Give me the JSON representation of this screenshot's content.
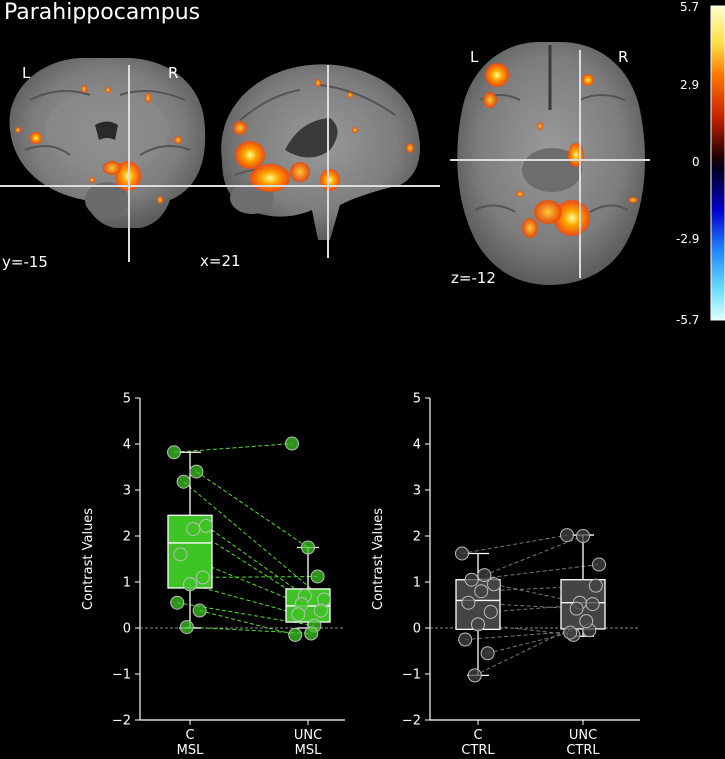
{
  "figure": {
    "title": "Parahippocampus",
    "colorbar": {
      "ticks": [
        "5.7",
        "2.9",
        "0",
        "-2.9",
        "-5.7"
      ]
    },
    "slices": [
      {
        "label": "y=-15",
        "left": "L",
        "right": "R"
      },
      {
        "label": "x=21"
      },
      {
        "label": "z=-12",
        "left": "L",
        "right": "R"
      }
    ]
  },
  "chart_data": [
    {
      "type": "box",
      "ylabel": "Contrast Values",
      "ylim": [
        -2,
        5
      ],
      "yticks": [
        "−2",
        "−1",
        "0",
        "1",
        "2",
        "3",
        "4",
        "5"
      ],
      "categories": [
        "C\nMSL",
        "UNC\nMSL"
      ],
      "category_lines": [
        [
          "C",
          "MSL"
        ],
        [
          "UNC",
          "MSL"
        ]
      ],
      "color": "#3ec424",
      "line_color": "#55dd33",
      "box_stats": [
        {
          "whisker_low": 0.0,
          "q1": 0.87,
          "median": 1.85,
          "q3": 2.45,
          "whisker_high": 3.82
        },
        {
          "whisker_low": 0.0,
          "q1": 0.13,
          "median": 0.48,
          "q3": 0.85,
          "whisker_high": 1.75
        }
      ],
      "pairs": [
        [
          3.82,
          4.01
        ],
        [
          3.4,
          1.75
        ],
        [
          3.18,
          0.62
        ],
        [
          2.22,
          0.7
        ],
        [
          2.15,
          0.38
        ],
        [
          1.6,
          0.52
        ],
        [
          1.1,
          1.12
        ],
        [
          0.95,
          0.3
        ],
        [
          0.55,
          0.05
        ],
        [
          0.38,
          -0.15
        ],
        [
          0.02,
          -0.12
        ]
      ]
    },
    {
      "type": "box",
      "ylabel": "Contrast Values",
      "ylim": [
        -2,
        5
      ],
      "yticks": [
        "−2",
        "−1",
        "0",
        "1",
        "2",
        "3",
        "4",
        "5"
      ],
      "categories": [
        "C\nCTRL",
        "UNC\nCTRL"
      ],
      "category_lines": [
        [
          "C",
          "CTRL"
        ],
        [
          "UNC",
          "CTRL"
        ]
      ],
      "color": "#444444",
      "line_color": "#777777",
      "box_stats": [
        {
          "whisker_low": -1.03,
          "q1": -0.03,
          "median": 0.6,
          "q3": 1.05,
          "whisker_high": 1.62
        },
        {
          "whisker_low": -0.18,
          "q1": -0.02,
          "median": 0.55,
          "q3": 1.05,
          "whisker_high": 2.02
        }
      ],
      "pairs": [
        [
          1.62,
          2.02
        ],
        [
          1.15,
          2.0
        ],
        [
          1.05,
          1.38
        ],
        [
          0.95,
          0.55
        ],
        [
          0.8,
          0.92
        ],
        [
          0.55,
          0.42
        ],
        [
          0.35,
          0.52
        ],
        [
          0.08,
          -0.15
        ],
        [
          -0.25,
          -0.05
        ],
        [
          -0.55,
          -0.1
        ],
        [
          -1.03,
          0.15
        ]
      ]
    }
  ]
}
